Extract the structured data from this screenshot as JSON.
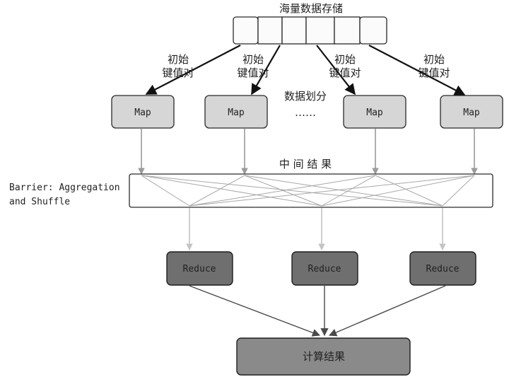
{
  "diagram": {
    "storage": {
      "title": "海量数据存储",
      "cell_count": 6
    },
    "initial_kv": {
      "line1": "初始",
      "line2": "键值对"
    },
    "partition_label": "数据划分",
    "ellipsis": "……",
    "map_nodes": [
      {
        "label": "Map"
      },
      {
        "label": "Map"
      },
      {
        "label": "Map"
      },
      {
        "label": "Map"
      }
    ],
    "intermediate_label": "中 间 结 果",
    "barrier_label_line1": "Barrier: Aggregation",
    "barrier_label_line2": "and Shuffle",
    "reduce_nodes": [
      {
        "label": "Reduce"
      },
      {
        "label": "Reduce"
      },
      {
        "label": "Reduce"
      }
    ],
    "result_label": "计算结果"
  }
}
